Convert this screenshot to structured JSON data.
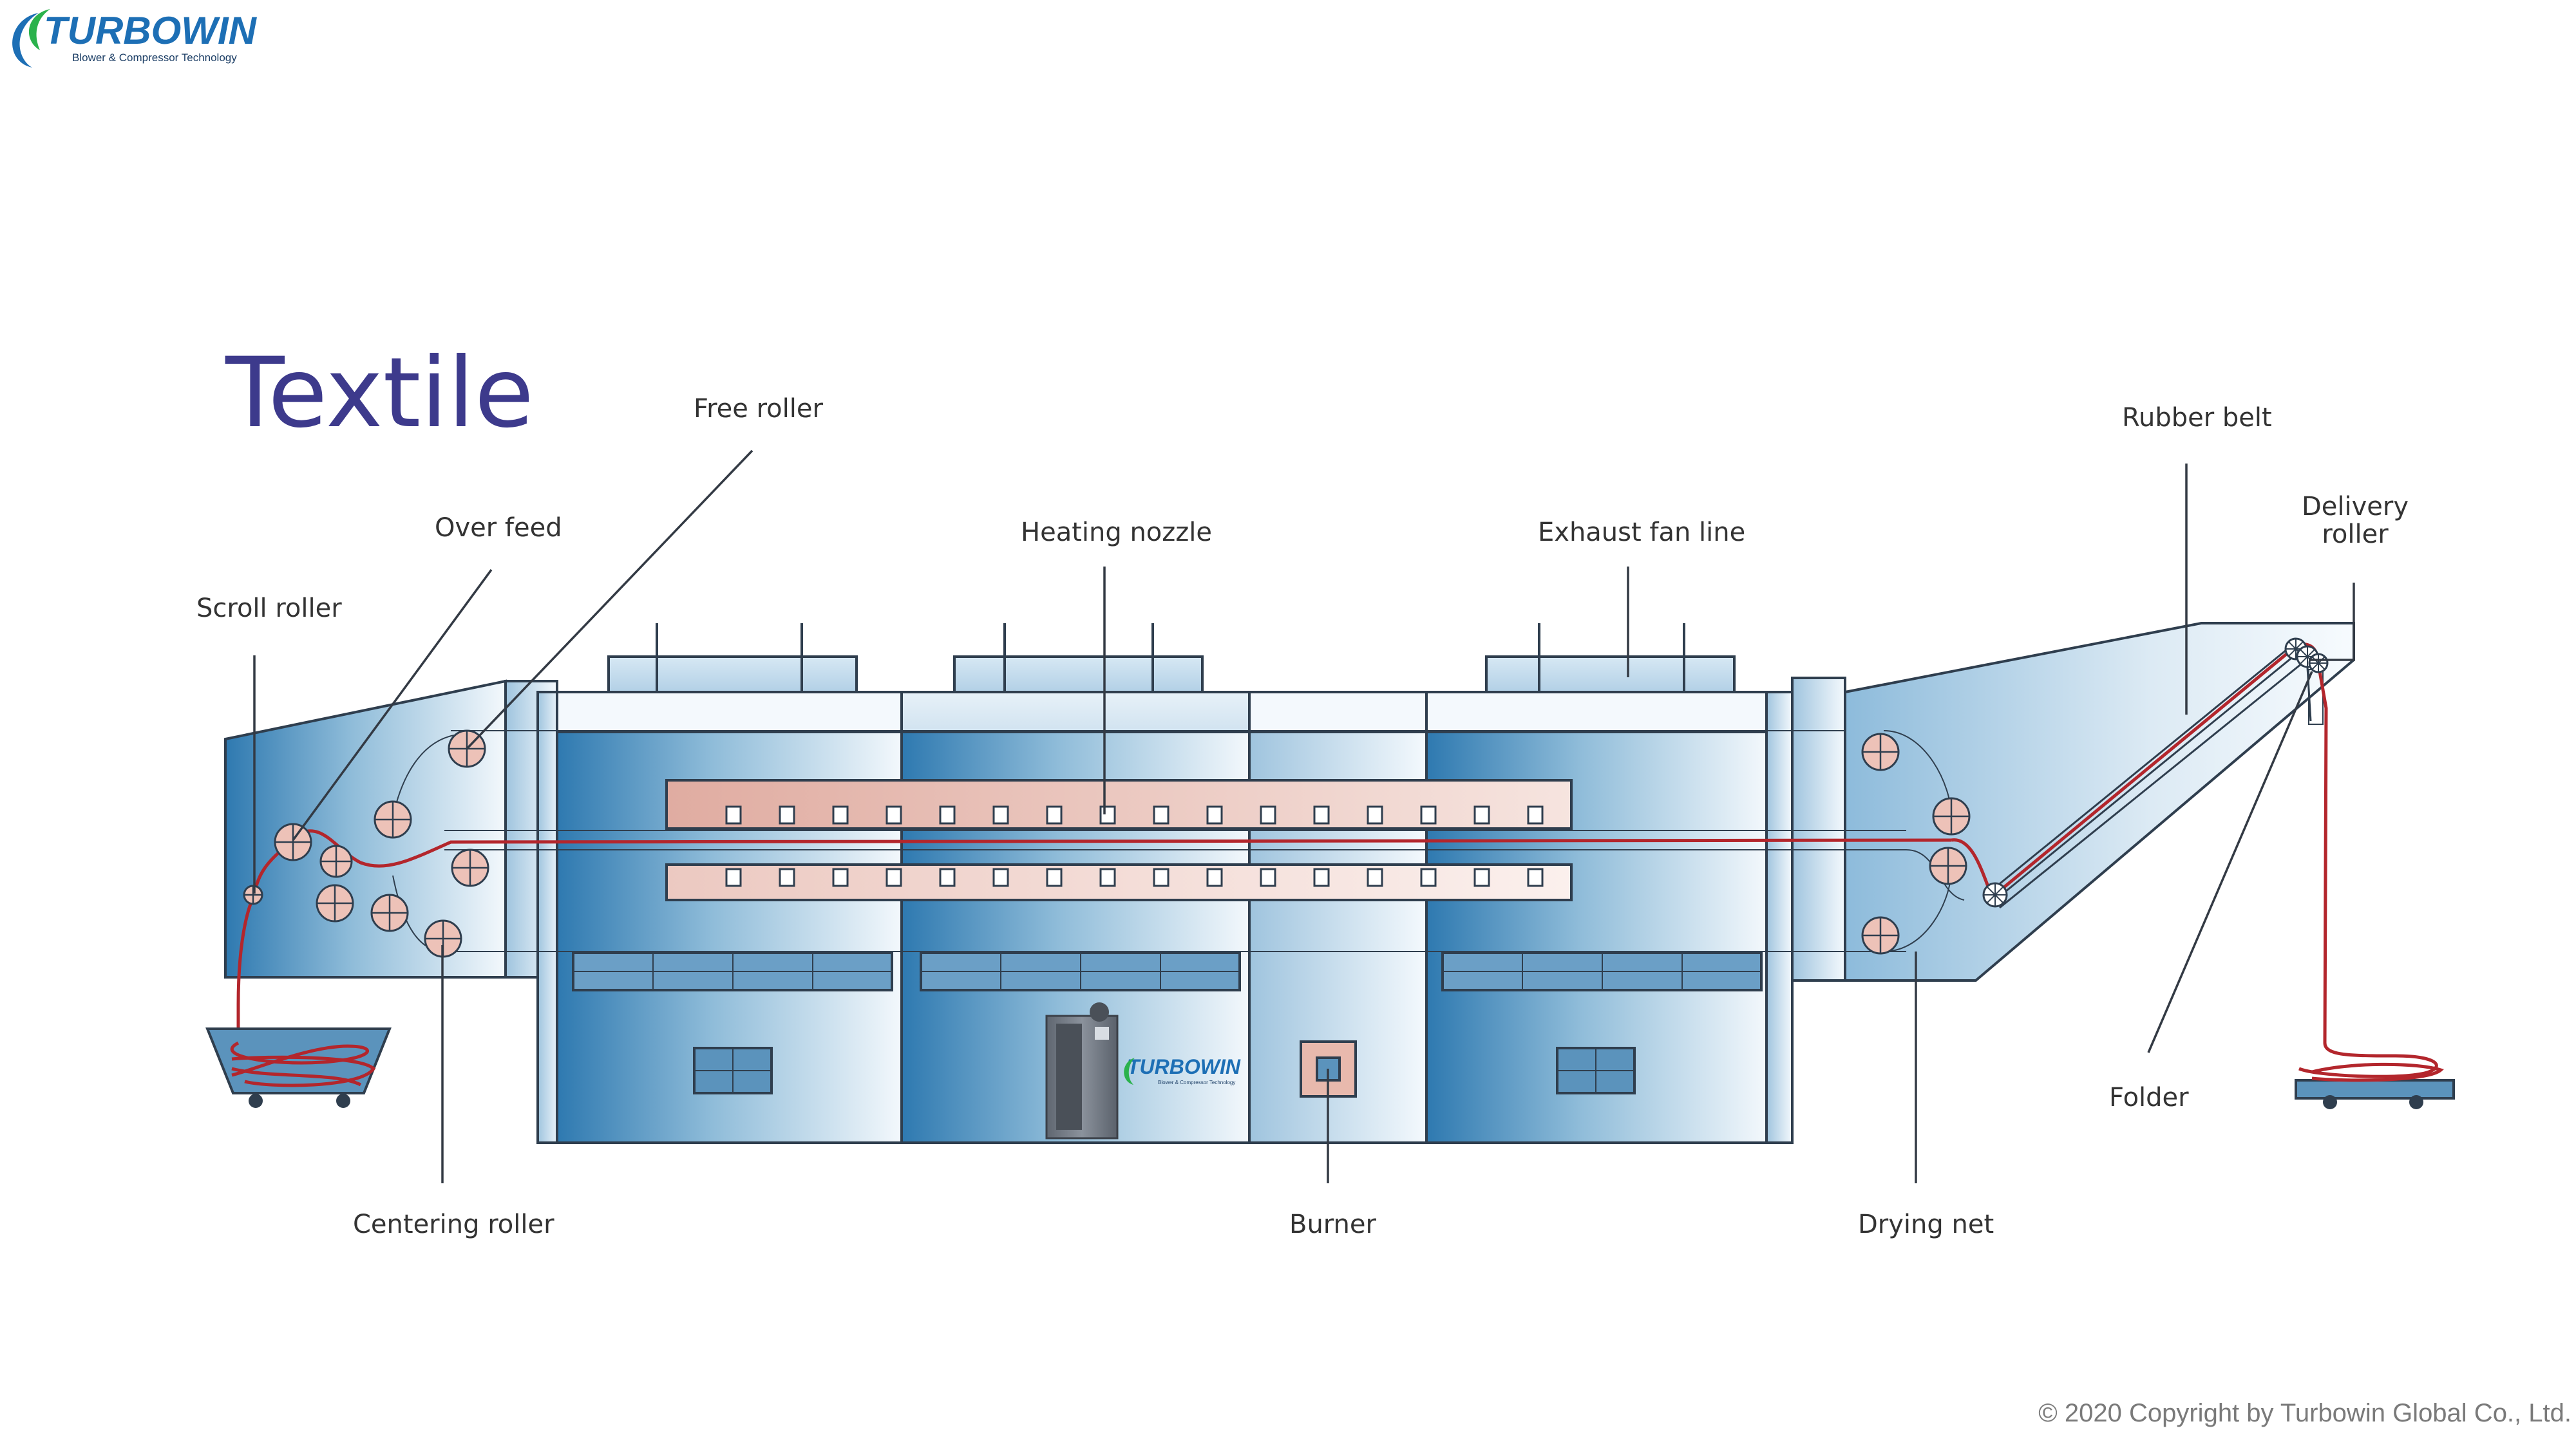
{
  "logo": {
    "brand": "TURBOWIN",
    "tagline": "Blower & Compressor Technology",
    "colors": {
      "primary": "#1d6fb5",
      "accent": "#2bb24c"
    }
  },
  "title": "Textile",
  "labels": {
    "scroll_roller": "Scroll roller",
    "over_feed": "Over feed",
    "free_roller": "Free roller",
    "heating_nozzle": "Heating nozzle",
    "exhaust_fan_line": "Exhaust fan line",
    "rubber_belt": "Rubber belt",
    "delivery_roller_1": "Delivery",
    "delivery_roller_2": "roller",
    "folder": "Folder",
    "centering_roller": "Centering roller",
    "burner": "Burner",
    "drying_net": "Drying net"
  },
  "copyright": "© 2020 Copyright by Turbowin Global Co., Ltd.",
  "colors": {
    "title": "#3d3a8c",
    "machine_blue": "#3f86b8",
    "fabric": "#b3262c",
    "roller": "#e9b7ad",
    "nozzle_bar": "#e4b9ae",
    "window": "#5b93bc"
  }
}
